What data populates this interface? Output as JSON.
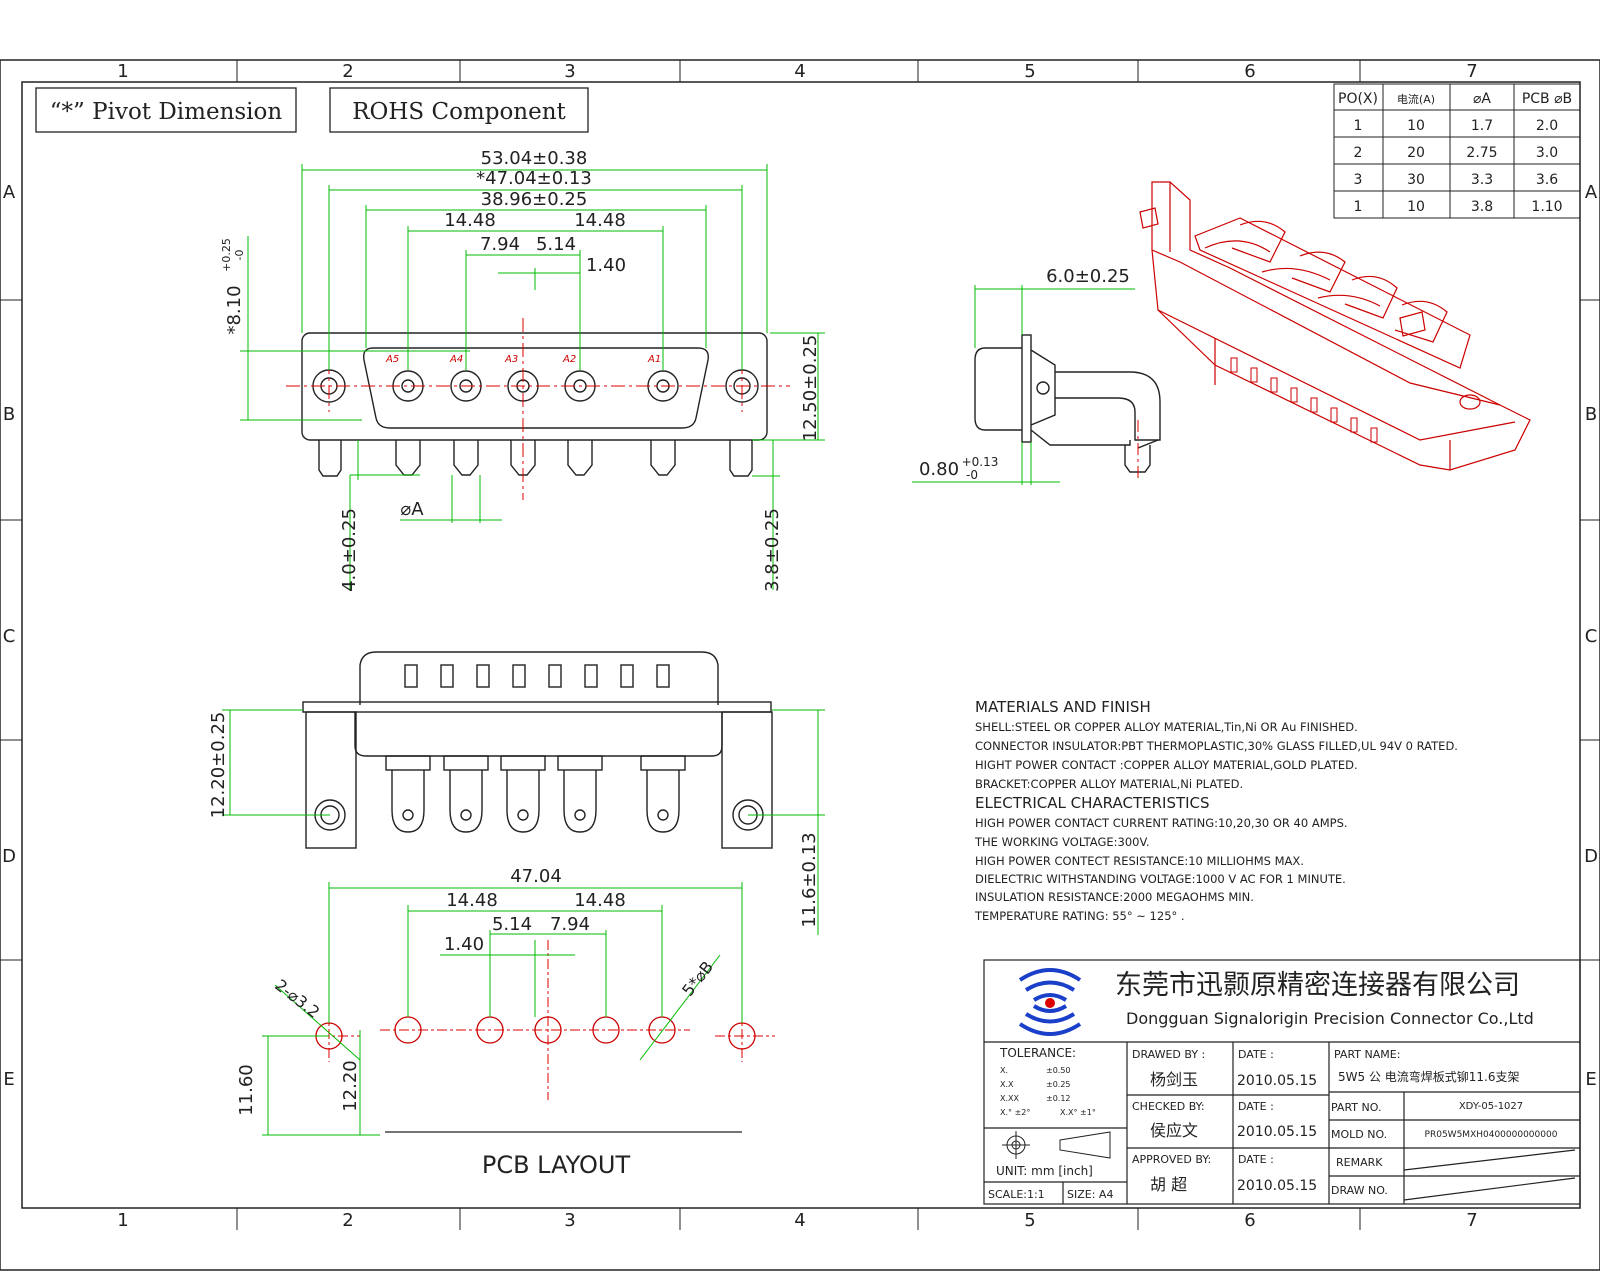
{
  "frame": {
    "columns": [
      "1",
      "2",
      "3",
      "4",
      "5",
      "6",
      "7"
    ],
    "rows": [
      "A",
      "B",
      "C",
      "D",
      "E"
    ]
  },
  "header_boxes": {
    "pivot": "“*” Pivot Dimension",
    "rohs": "ROHS Component"
  },
  "current_table": {
    "headers": [
      "PO(X)",
      "电流(A)",
      "⌀A",
      "PCB ⌀B"
    ],
    "rows": [
      [
        "1",
        "10",
        "1.7",
        "2.0"
      ],
      [
        "2",
        "20",
        "2.75",
        "3.0"
      ],
      [
        "3",
        "30",
        "3.3",
        "3.6"
      ],
      [
        "1",
        "10",
        "3.8",
        "1.10"
      ]
    ]
  },
  "front_view": {
    "dims": {
      "overall": "53.04±0.38",
      "pivot": "*47.04±0.13",
      "shell": "38.96±0.25",
      "left_pitch": "14.48",
      "right_pitch": "14.48",
      "left_inner": "7.94",
      "right_inner": "5.14",
      "center_offset": "1.40",
      "vertical": "*8.10",
      "vertical_tol_top": "+0.25",
      "vertical_tol_bot": "-0",
      "height": "12.50±0.25",
      "pin_length": "4.0±0.25",
      "bracket_pin": "3.8±0.25",
      "pin_dia": "⌀A"
    },
    "pin_labels": [
      "A5",
      "A4",
      "A3",
      "A2",
      "A1"
    ]
  },
  "side_view": {
    "dims": {
      "depth": "6.0±0.25",
      "plate": "0.80",
      "plate_tol_top": "+0.13",
      "plate_tol_bot": "-0"
    }
  },
  "bottom_view": {
    "dims": {
      "height": "12.20±0.25",
      "total": "11.6±0.13"
    }
  },
  "pcb_layout": {
    "title": "PCB LAYOUT",
    "dims": {
      "span": "47.04",
      "left_pitch": "14.48",
      "right_pitch": "14.48",
      "inner_left": "5.14",
      "inner_right": "7.94",
      "offset": "1.40",
      "mount_hole": "2-⌀3.2",
      "pin_hole": "5*⌀B",
      "v_left": "11.60",
      "v_right": "12.20"
    }
  },
  "notes": {
    "materials_title": "MATERIALS AND  FINISH",
    "materials": [
      "SHELL:STEEL OR COPPER ALLOY MATERIAL,Tin,Ni OR Au FINISHED.",
      "CONNECTOR INSULATOR:PBT THERMOPLASTIC,30% GLASS FILLED,UL 94V 0 RATED.",
      "HIGHT POWER CONTACT :COPPER ALLOY MATERIAL,GOLD PLATED.",
      "BRACKET:COPPER ALLOY MATERIAL,Ni PLATED."
    ],
    "electrical_title": "ELECTRICAL CHARACTERISTICS",
    "electrical": [
      "HIGH POWER CONTACT CURRENT RATING:10,20,30 OR 40 AMPS.",
      "THE WORKING VOLTAGE:300V.",
      "HIGH POWER CONTECT RESISTANCE:10 MILLIOHMS MAX.",
      "DIELECTRIC WITHSTANDING VOLTAGE:1000 V AC FOR 1 MINUTE.",
      "INSULATION RESISTANCE:2000 MEGAOHMS MIN.",
      "TEMPERATURE RATING: 55° ~ 125° ."
    ]
  },
  "title_block": {
    "company_cn": "东莞市迅颢原精密连接器有限公司",
    "company_en": "Dongguan Signalorigin Precision Connector Co.,Ltd",
    "tolerance_label": "TOLERANCE:",
    "tolerances": [
      [
        "X.",
        "±0.50"
      ],
      [
        "X.X",
        "±0.25"
      ],
      [
        "X.XX",
        "±0.12"
      ],
      [
        "X.° ±2°",
        "X.X° ±1°"
      ]
    ],
    "drawn_by_label": "DRAWED BY :",
    "drawn_by": "杨剑玉",
    "checked_by_label": "CHECKED BY:",
    "checked_by": "侯应文",
    "approved_by_label": "APPROVED BY:",
    "approved_by": "胡  超",
    "date_label": "DATE :",
    "date1": "2010.05.15",
    "date2": "2010.05.15",
    "date3": "2010.05.15",
    "part_name_label": "PART NAME:",
    "part_name": "5W5 公 电流弯焊板式铆11.6支架",
    "part_no_label": "PART NO.",
    "part_no": "XDY-05-1027",
    "mold_no_label": "MOLD NO.",
    "mold_no": "PR05W5MXH0400000000000",
    "remark_label": "REMARK",
    "draw_no_label": "DRAW NO.",
    "unit": "UNIT: mm [inch]",
    "scale": "SCALE:1:1",
    "size": "SIZE: A4"
  }
}
